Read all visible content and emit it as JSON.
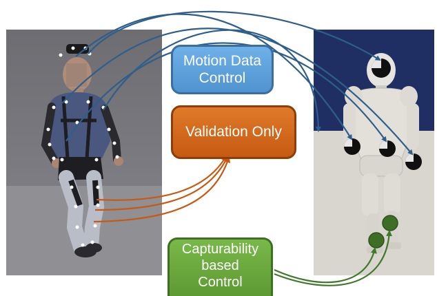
{
  "labels": {
    "motion": [
      "Motion Data",
      "Control"
    ],
    "validation": "Validation Only",
    "capture": [
      "Capturability",
      "based",
      "Control"
    ]
  },
  "colors": {
    "motion_fill": "#5ba3e0",
    "validation_fill": "#d4661b",
    "capture_fill": "#6aa83d",
    "blue_arrow": "#2e5e8a",
    "orange_arrow": "#c65a12",
    "green_arrow": "#3f7a2a",
    "robot_background": "#1f2f63",
    "robot_floor": "#d8d6cf",
    "marker_black": "#101010",
    "marker_green": "#3e6e26"
  },
  "images": {
    "left": "human-with-motion-capture-markers",
    "right": "humanoid-robot-simulation"
  }
}
